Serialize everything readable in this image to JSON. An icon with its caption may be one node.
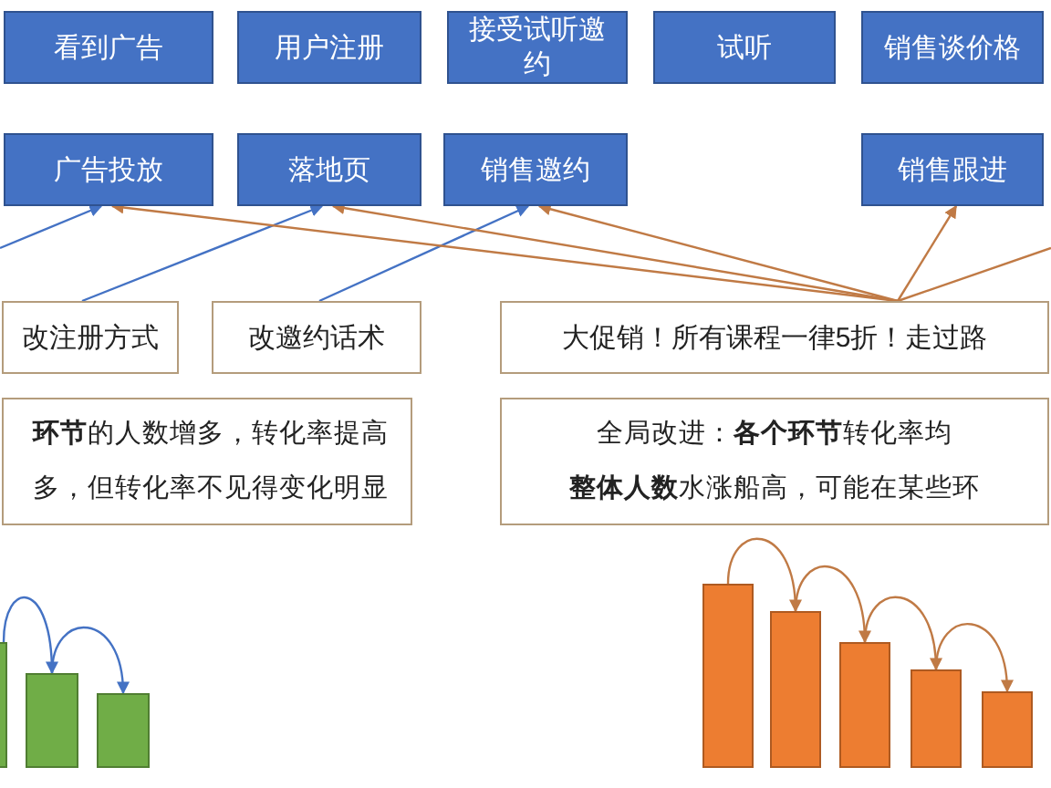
{
  "diagram": {
    "nodes": [
      {
        "text": [
          "看到广告"
        ]
      },
      {
        "text": [
          "用户注册"
        ]
      },
      {
        "text": [
          "接受试听邀约"
        ]
      },
      {
        "text": [
          "试听"
        ]
      },
      {
        "text": [
          "销售谈价格"
        ]
      },
      {
        "text": [
          "广告投放"
        ]
      },
      {
        "text": [
          "落地页"
        ]
      },
      {
        "text": [
          "销售邀约"
        ]
      },
      {
        "text": [
          "销售跟进"
        ]
      },
      {
        "text": [
          "改注册方式"
        ]
      },
      {
        "text": [
          "改邀约话术"
        ]
      },
      {
        "text": [
          "大促销！所有课程一律5折！走过路"
        ]
      },
      {
        "text": [
          "**环节**的人数增多，转化率提高",
          "多，但转化率不见得变化明显"
        ]
      },
      {
        "text": [
          "全局改进：**各个环节**转化率均",
          "**整体人数**水涨船高，可能在某些环"
        ]
      },
      {
        "text": [],
        "shape": "bar"
      },
      {
        "text": [],
        "shape": "bar"
      },
      {
        "text": [],
        "shape": "bar"
      },
      {
        "text": [],
        "shape": "bar"
      },
      {
        "text": [],
        "shape": "bar"
      },
      {
        "text": [],
        "shape": "bar"
      },
      {
        "text": [],
        "shape": "bar"
      },
      {
        "text": [],
        "shape": "bar"
      }
    ],
    "edges": [
      {
        "from": null,
        "to": 5,
        "arrow": "to",
        "color": "#4472c4"
      },
      {
        "from": 9,
        "to": 6,
        "arrow": "to",
        "color": "#4472c4"
      },
      {
        "from": 10,
        "to": 7,
        "arrow": "to",
        "color": "#4472c4"
      },
      {
        "from": 11,
        "to": 5,
        "arrow": "to"
      },
      {
        "from": 11,
        "to": 6,
        "arrow": "to"
      },
      {
        "from": 11,
        "to": 7,
        "arrow": "to"
      },
      {
        "from": 11,
        "to": 8,
        "arrow": "to"
      },
      {
        "from": 11,
        "to": null,
        "arrow": "none"
      },
      {
        "from": 14,
        "to": 15,
        "arrow": "to",
        "color": "#4472c4"
      },
      {
        "from": 15,
        "to": 16,
        "arrow": "to",
        "color": "#4472c4"
      },
      {
        "from": 17,
        "to": 18,
        "arrow": "to"
      },
      {
        "from": 18,
        "to": 19,
        "arrow": "to"
      },
      {
        "from": 19,
        "to": 20,
        "arrow": "to"
      },
      {
        "from": 20,
        "to": 21,
        "arrow": "to"
      }
    ]
  }
}
